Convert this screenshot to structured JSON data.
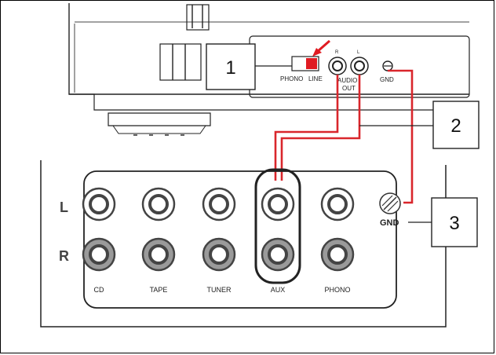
{
  "turntable": {
    "switch_left_label": "PHONO",
    "switch_right_label": "LINE",
    "jack_r_label": "R",
    "jack_l_label": "L",
    "audio_out_line1": "AUDIO",
    "audio_out_line2": "OUT",
    "gnd_label": "GND"
  },
  "receiver": {
    "row_l_label": "L",
    "row_r_label": "R",
    "inputs": [
      "CD",
      "TAPE",
      "TUNER",
      "AUX",
      "PHONO"
    ],
    "gnd_label": "GND"
  },
  "callouts": [
    "1",
    "2",
    "3"
  ],
  "colors": {
    "cable": "#d9262c",
    "switch_active": "#e01b22",
    "arrow": "#e01b22",
    "line": "#1a1a1a",
    "jack_inner_r": "#9a9a9a"
  }
}
